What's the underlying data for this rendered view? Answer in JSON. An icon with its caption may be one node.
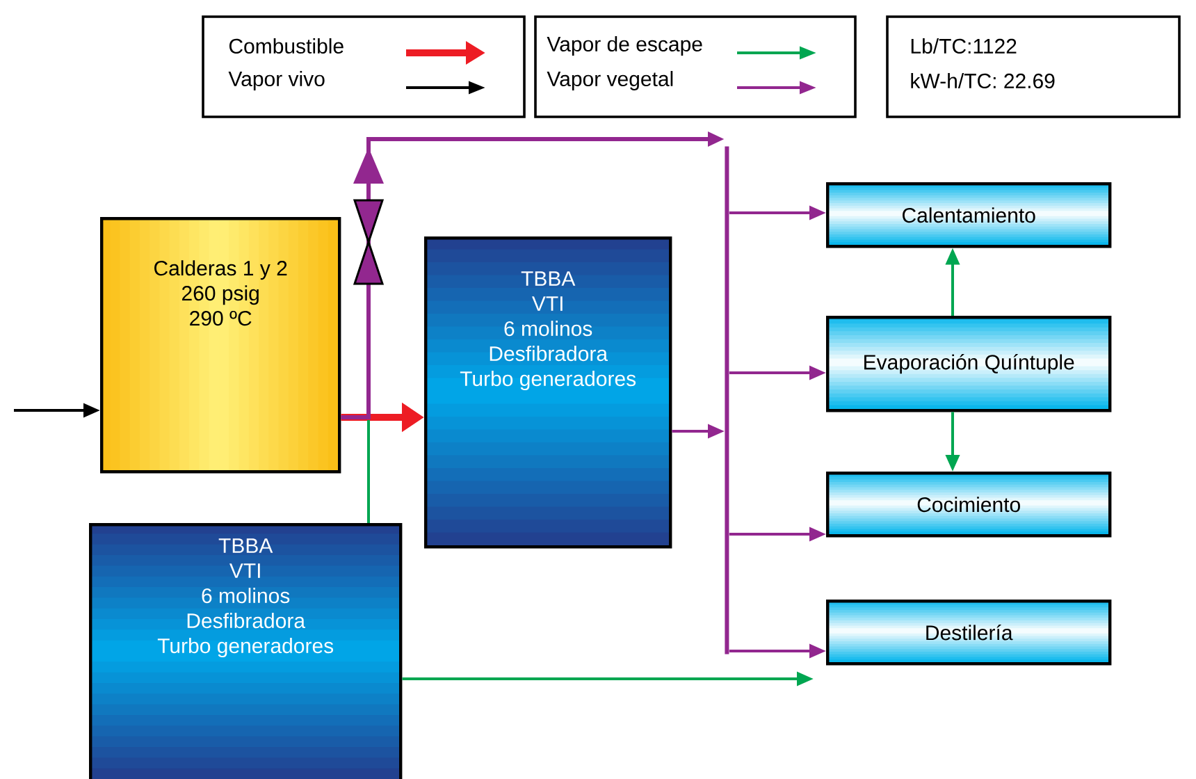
{
  "diagram": {
    "nodes": [
      {
        "text": [
          "Calderas 1 y 2",
          "260 psig",
          "290 ºC"
        ]
      },
      {
        "text": [
          "TBBA",
          "VTI",
          "6 molinos",
          "Desfibradora",
          "Turbo generadores"
        ]
      },
      {
        "text": [
          "TBBA",
          "VTI",
          "6 molinos",
          "Desfibradora",
          "Turbo generadores"
        ]
      },
      {
        "text": [
          "Calentamiento"
        ]
      },
      {
        "text": [
          "Evaporación Quíntuple"
        ]
      },
      {
        "text": [
          "Cocimiento"
        ]
      },
      {
        "text": [
          "Destilería"
        ]
      },
      {
        "text": [],
        "shape": "bar"
      }
    ],
    "edges": [
      {
        "from": null,
        "to": 0,
        "arrow": "to",
        "color": "#000000"
      },
      {
        "from": 0,
        "to": 1,
        "arrow": "to",
        "style": "thick",
        "color": "#ed1c24"
      },
      {
        "from": 0,
        "to": 7,
        "arrow": "to"
      },
      {
        "from": 1,
        "to": 7,
        "arrow": "to"
      },
      {
        "from": 7,
        "to": 3,
        "arrow": "to"
      },
      {
        "from": 7,
        "to": 4,
        "arrow": "to"
      },
      {
        "from": 7,
        "to": 5,
        "arrow": "to"
      },
      {
        "from": 7,
        "to": 6,
        "arrow": "to"
      },
      {
        "from": 2,
        "to": null,
        "arrow": "none",
        "color": "#00a651"
      },
      {
        "from": 2,
        "to": null,
        "arrow": "to",
        "color": "#00a651"
      },
      {
        "from": 4,
        "to": 3,
        "arrow": "to",
        "color": "#00a651"
      },
      {
        "from": 4,
        "to": 5,
        "arrow": "to",
        "color": "#00a651"
      }
    ],
    "labels": [
      "Lb/TC:1122",
      "kW-h/TC: 22.69"
    ],
    "legend": [
      {
        "text": "Combustible"
      },
      {
        "text": "Vapor vivo"
      },
      {
        "text": "Vapor de escape"
      },
      {
        "text": "Vapor vegetal"
      }
    ]
  }
}
